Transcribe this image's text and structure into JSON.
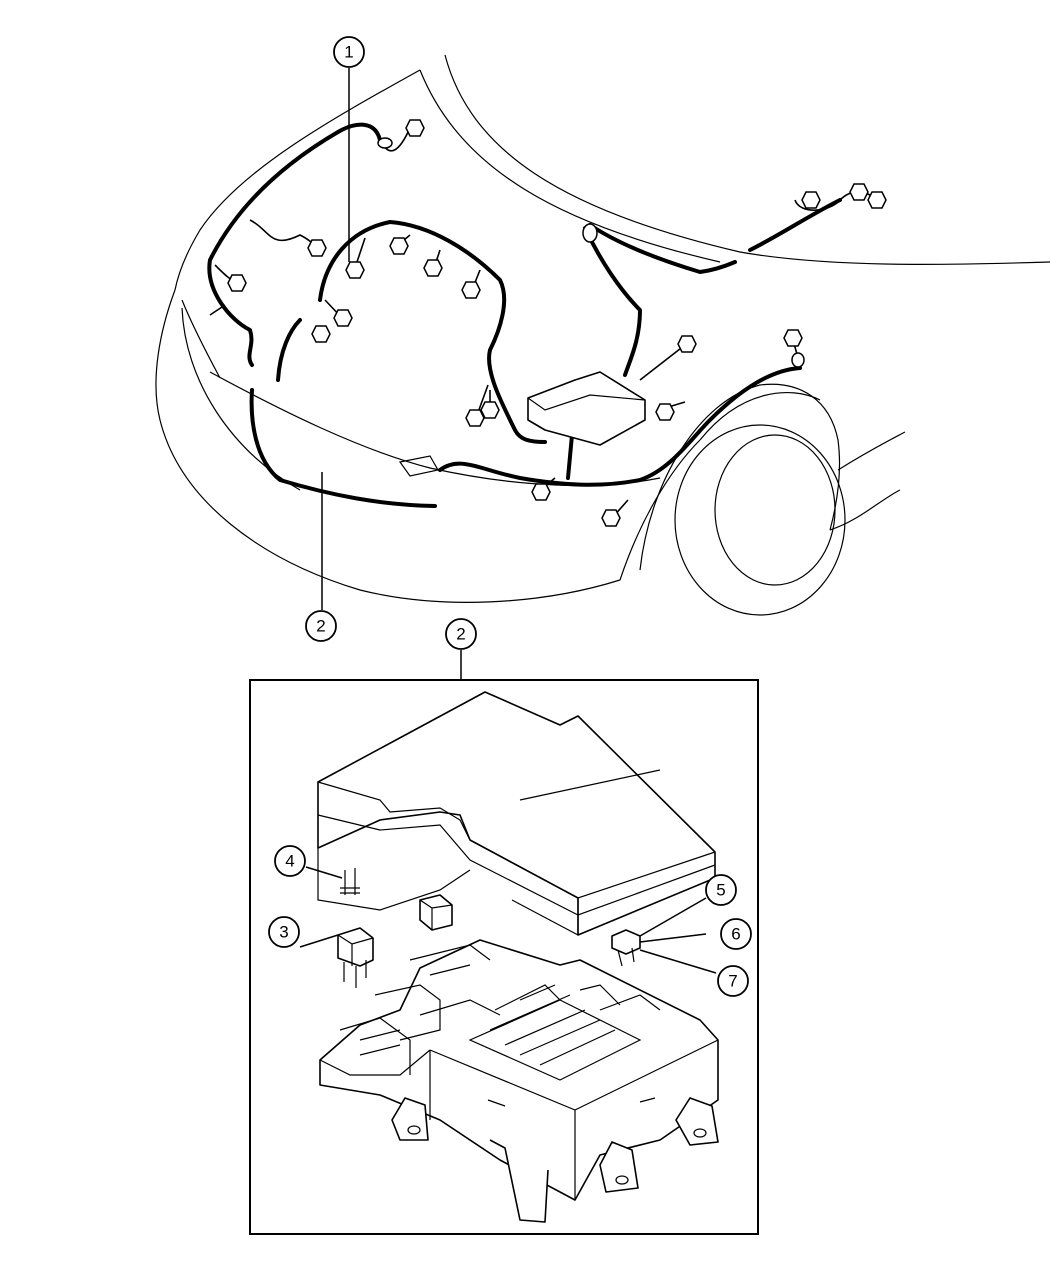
{
  "callouts": {
    "c1": "1",
    "c2_top": "2",
    "c2_box": "2",
    "c3": "3",
    "c4": "4",
    "c5": "5",
    "c6": "6",
    "c7": "7"
  }
}
